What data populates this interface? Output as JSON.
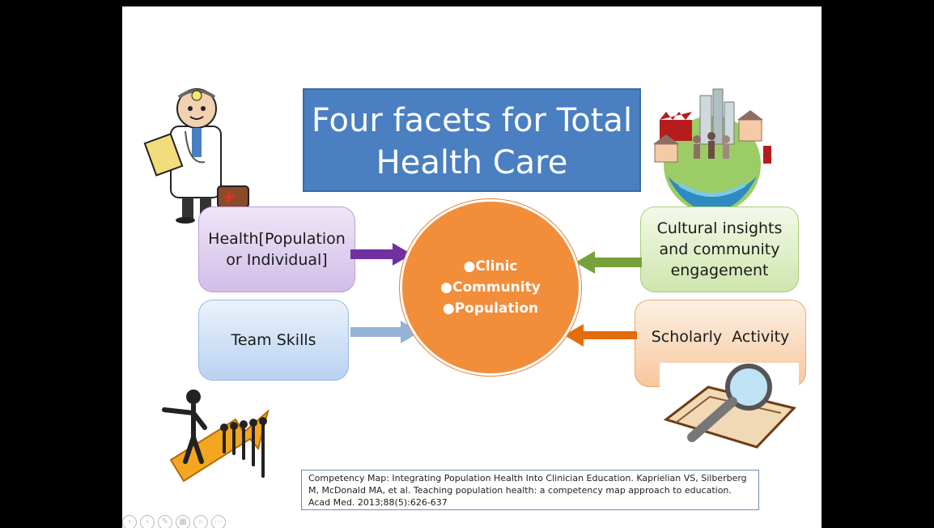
{
  "title": {
    "line1": "Four facets for Total",
    "line2": "Health Care"
  },
  "center": {
    "items": [
      "●Clinic",
      "●Community",
      "●Population"
    ]
  },
  "facets": {
    "health": "Health[Population or Individual]",
    "team": "Team Skills",
    "cultural": "Cultural insights and community engagement",
    "scholarly": "Scholarly  Activity"
  },
  "citation": "Competency Map: Integrating Population Health Into Clinician Education. Kaprielian VS, Silberberg M, McDonald MA, et al. Teaching population health: a competency map approach to education. Acad Med. 2013;88(5):626-637",
  "colors": {
    "title_bg": "#4a7fc1",
    "center": "#f28d3a",
    "arrow_health": "#7030a0",
    "arrow_team": "#95b3d7",
    "arrow_cultural": "#77a13a",
    "arrow_scholarly": "#e46c0a"
  },
  "icons": [
    "doctor-icon",
    "community-icon",
    "leader-icon",
    "magnifier-icon"
  ],
  "toolbar_icons": [
    "prev-icon",
    "next-icon",
    "pen-icon",
    "slides-icon",
    "zoom-icon",
    "more-icon"
  ]
}
